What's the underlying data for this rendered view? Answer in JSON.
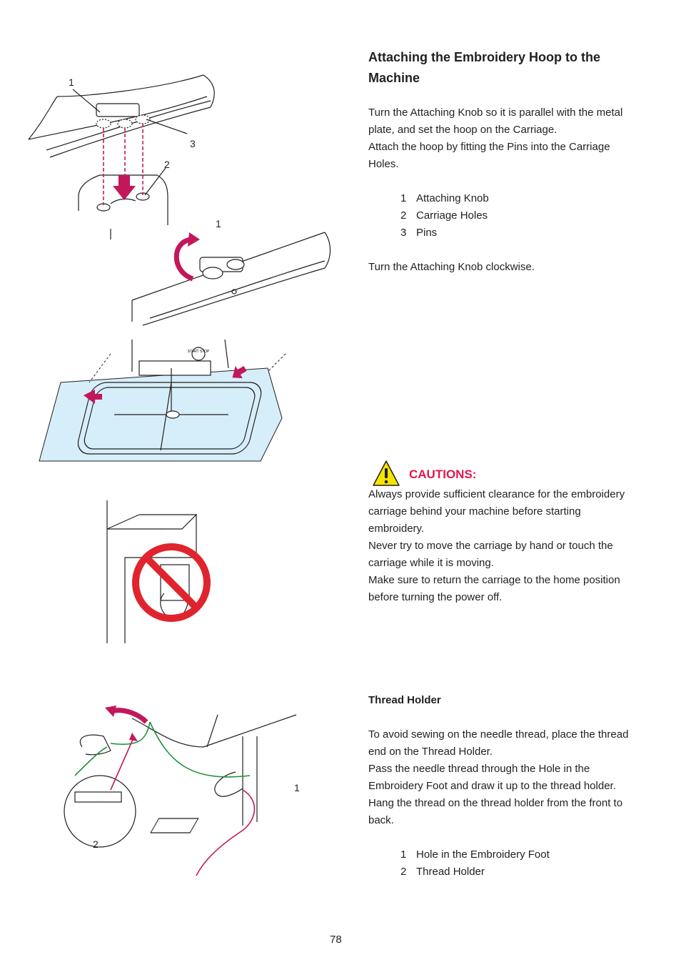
{
  "section1": {
    "title_line1": "Attaching the Embroidery Hoop to the",
    "title_line2": "Machine",
    "para1_line1": "Turn the Attaching Knob so it is parallel with the metal",
    "para1_line2": "plate, and set the hoop on the Carriage.",
    "para2_line1": "Attach the hoop by fitting the Pins into the Carriage",
    "para2_line2": "Holes.",
    "list": [
      {
        "num": "1",
        "label": "Attaching Knob"
      },
      {
        "num": "2",
        "label": "Carriage Holes"
      },
      {
        "num": "3",
        "label": "Pins"
      }
    ],
    "para3": "Turn the Attaching Knob clockwise."
  },
  "cautions": {
    "heading": "CAUTIONS:",
    "lines": [
      "Always provide sufficient clearance for the embroidery",
      "carriage behind your machine before starting",
      "embroidery.",
      "Never try to move the carriage by hand or touch the",
      "carriage while it is moving.",
      "Make sure to return the carriage to the home position",
      "before turning the power off."
    ]
  },
  "section2": {
    "title": "Thread Holder",
    "lines": [
      "To avoid sewing on the needle thread, place the thread",
      "end on the Thread Holder.",
      "Pass the needle thread through the Hole in the",
      "Embroidery Foot and draw it up to the thread holder.",
      "Hang the thread on the thread holder from the front to",
      "back."
    ],
    "list": [
      {
        "num": "1",
        "label": "Hole in the Embroidery Foot"
      },
      {
        "num": "2",
        "label": "Thread Holder"
      }
    ]
  },
  "figure_callouts": {
    "fig1_a": "1",
    "fig1_b": "3",
    "fig1_c": "2",
    "fig2_a": "1",
    "fig3_button": "START STOP",
    "fig5_a": "1",
    "fig5_b": "2"
  },
  "page_number": "78",
  "colors": {
    "accent_red": "#e0184a",
    "magenta": "#c2185b",
    "fabric_blue": "#d6eefa",
    "thread_green": "#1f8f3a",
    "prohibit_red": "#e0242e"
  }
}
